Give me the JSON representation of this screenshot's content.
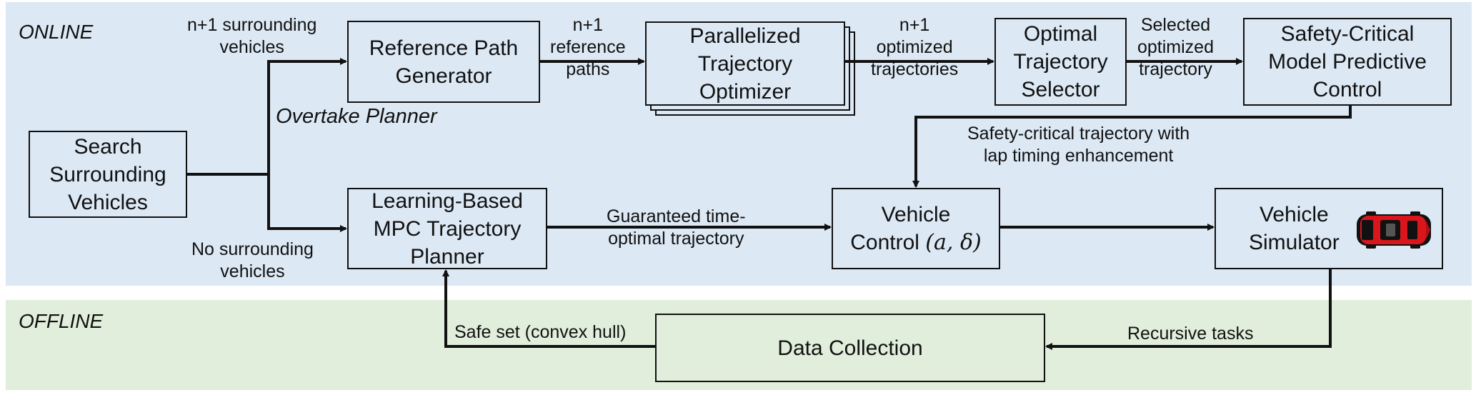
{
  "regions": {
    "online_label": "ONLINE",
    "offline_label": "OFFLINE",
    "planner_label": "Overtake Planner"
  },
  "nodes": {
    "search": "Search\nSurrounding\nVehicles",
    "ref_path": "Reference Path\nGenerator",
    "parallel_opt": "Parallelized\nTrajectory\nOptimizer",
    "optimal_sel": "Optimal\nTrajectory\nSelector",
    "sc_mpc": "Safety-Critical\nModel Predictive\nControl",
    "lmpc": "Learning-Based\nMPC Trajectory\nPlanner",
    "vehicle_control_text": "Vehicle\nControl ",
    "vehicle_control_math": "(a, δ)",
    "simulator": "Vehicle\nSimulator",
    "data_collection": "Data Collection"
  },
  "edges": {
    "surrounding": "n+1 surrounding\nvehicles",
    "no_surrounding": "No surrounding\nvehicles",
    "ref_paths": "n+1\nreference\npaths",
    "opt_trajs": "n+1\noptimized\ntrajectories",
    "selected": "Selected\noptimized\ntrajectory",
    "sc_traj": "Safety-critical trajectory with\nlap timing enhancement",
    "guaranteed": "Guaranteed time-\noptimal trajectory",
    "recursive": "Recursive tasks",
    "safe_set": "Safe set (convex hull)"
  },
  "colors": {
    "online_bg": "#dce8f4",
    "offline_bg": "#e1eedb",
    "car_body": "#d8161b"
  },
  "icons": {
    "car": "red-race-car-top-view"
  }
}
